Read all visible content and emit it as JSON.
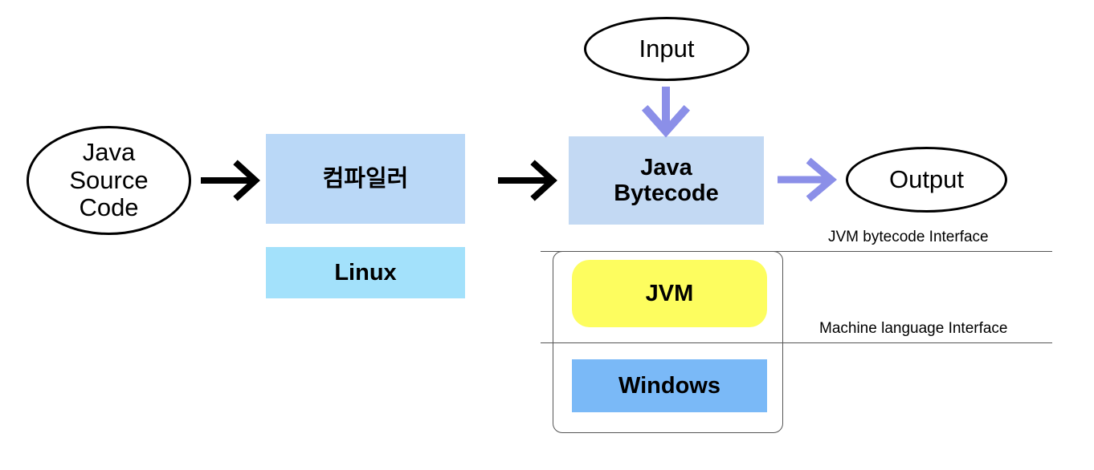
{
  "diagram": {
    "title": "Java compilation and JVM execution flow",
    "nodes": {
      "java_source": "Java\nSource\nCode",
      "java_source_lines": [
        "Java",
        "Source",
        "Code"
      ],
      "compiler": "컴파일러",
      "linux": "Linux",
      "input": "Input",
      "bytecode_lines": [
        "Java",
        "Bytecode"
      ],
      "bytecode": "Java Bytecode",
      "output": "Output",
      "jvm": "JVM",
      "windows": "Windows"
    },
    "interfaces": {
      "bytecode_label": "JVM bytecode Interface",
      "machine_label": "Machine language Interface"
    },
    "arrows": [
      {
        "name": "source-to-compiler",
        "color": "#000000",
        "direction": "right"
      },
      {
        "name": "compiler-to-bytecode",
        "color": "#000000",
        "direction": "right"
      },
      {
        "name": "input-to-bytecode",
        "color": "#8b8fe8",
        "direction": "down"
      },
      {
        "name": "bytecode-to-output",
        "color": "#8b8fe8",
        "direction": "right"
      }
    ],
    "colors": {
      "compiler_fill": "#bad8f7",
      "linux_fill": "#a3e1fb",
      "bytecode_fill": "#c3d9f3",
      "jvm_fill": "#fdfd5f",
      "windows_fill": "#7ab9f7",
      "accent_arrow": "#8b8fe8",
      "plain_arrow": "#000000",
      "outline": "#000000",
      "interface_line": "#555555",
      "background": "#ffffff"
    }
  }
}
